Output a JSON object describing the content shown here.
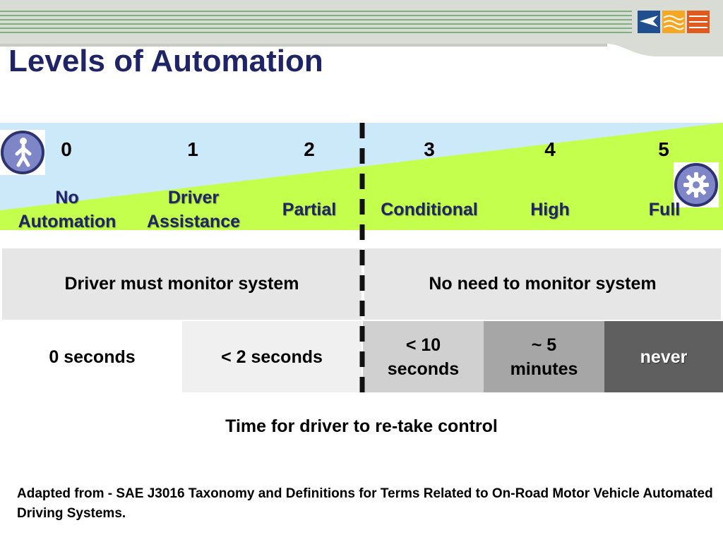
{
  "slide": {
    "title": "Levels of Automation"
  },
  "levels": [
    {
      "number": "0",
      "name_line1": "No",
      "name_line2": "Automation"
    },
    {
      "number": "1",
      "name_line1": "Driver",
      "name_line2": "Assistance"
    },
    {
      "number": "2",
      "name": "Partial"
    },
    {
      "number": "3",
      "name": "Conditional"
    },
    {
      "number": "4",
      "name": "High"
    },
    {
      "number": "5",
      "name": "Full"
    }
  ],
  "icons": {
    "left": "person-icon",
    "right": "gear-icon",
    "logo": "company-logo"
  },
  "monitoring": {
    "left": "Driver must monitor system",
    "right": "No need to monitor system"
  },
  "times": [
    {
      "line1": "0 seconds"
    },
    {
      "line1": "< 2 seconds"
    },
    {
      "line1": "< 10",
      "line2": "seconds"
    },
    {
      "line1": "~ 5",
      "line2": "minutes"
    },
    {
      "line1": "never"
    }
  ],
  "caption": "Time for driver to re-take control",
  "footnote": "Adapted from - SAE J3016 Taxonomy and Definitions for Terms Related to On-Road Motor Vehicle Automated Driving Systems.",
  "colors": {
    "title": "#1f2466",
    "human_band": "#cce9f9",
    "machine_band": "#c4ff4d",
    "divider": "#111111",
    "monitor_bg": "#e6e6e6",
    "time_0": "#ffffff",
    "time_1": "#f0f0f0",
    "time_2": "#d0d0d0",
    "time_3": "#a6a6a6",
    "time_4": "#5f5f5f"
  }
}
